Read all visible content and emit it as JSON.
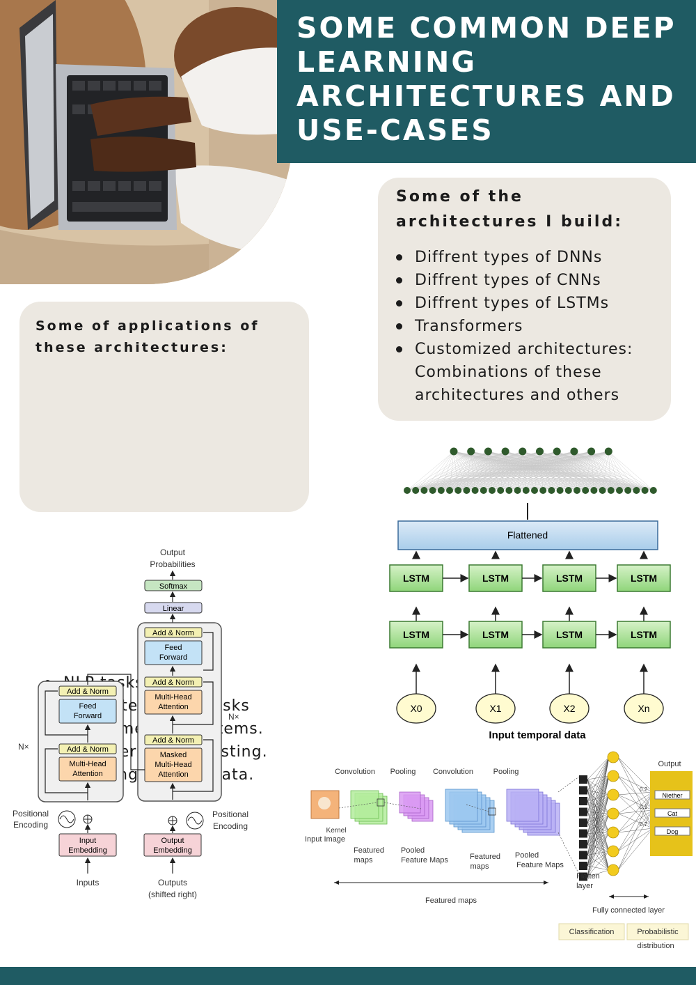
{
  "title": "SOME COMMON DEEP LEARNING ARCHITECTURES AND USE-CASES",
  "applications": {
    "heading": "Some of applications of these architectures:",
    "items": [
      "NLP tasks",
      "Computer Vision tasks",
      "Recommender Systems.",
      "Time Series Forecasting.",
      "Modeling tabular Data."
    ]
  },
  "architectures": {
    "heading": "Some of the architectures I build:",
    "items": [
      "Diffrent types of DNNs",
      "Diffrent types of CNNs",
      "Diffrent types of LSTMs",
      "Transformers",
      "Customized architectures: Combinations of these architectures and others"
    ]
  },
  "lstm_diagram": {
    "flattened_label": "Flattened",
    "cell_label": "LSTM",
    "inputs": [
      "X0",
      "X1",
      "X2",
      "Xn"
    ],
    "caption": "Input temporal  data"
  },
  "transformer_diagram": {
    "output_probabilities": [
      "Output",
      "Probabilities"
    ],
    "softmax": "Softmax",
    "linear": "Linear",
    "add_norm": "Add & Norm",
    "feed_forward": [
      "Feed",
      "Forward"
    ],
    "multi_head_attention": [
      "Multi-Head",
      "Attention"
    ],
    "masked_multi_head_attention": [
      "Masked",
      "Multi-Head",
      "Attention"
    ],
    "nx": "N×",
    "positional_encoding": [
      "Positional",
      "Encoding"
    ],
    "input_embedding": [
      "Input",
      "Embedding"
    ],
    "output_embedding": [
      "Output",
      "Embedding"
    ],
    "inputs": "Inputs",
    "outputs": [
      "Outputs",
      "(shifted right)"
    ]
  },
  "cnn_diagram": {
    "stage_labels": [
      "Convolution",
      "Pooling",
      "Convolution",
      "Pooling"
    ],
    "kernel": "Kernel",
    "input_image": "Input Image",
    "featured_maps": [
      "Featured",
      "maps"
    ],
    "pooled_feature_maps": [
      "Pooled",
      "Feature Maps"
    ],
    "flatten_layer": [
      "Flatten",
      "layer"
    ],
    "output": "Output",
    "output_classes": [
      "Niether",
      "Cat",
      "Dog"
    ],
    "probabilities": [
      "0.2",
      "0.1",
      "0.7"
    ],
    "featured_maps_span": "Featured maps",
    "fully_connected_layer": "Fully connected layer",
    "classification": "Classification",
    "probabilistic": [
      "Probabilistic",
      "distribution"
    ]
  },
  "colors": {
    "teal": "#1f5b63",
    "card": "#ece8e1",
    "lstm_green": "#9fdc8d",
    "flattened_blue": "#bcd9f0",
    "node_dark_green": "#2f5a2c",
    "neuron_yellow": "#f2cb1e"
  }
}
